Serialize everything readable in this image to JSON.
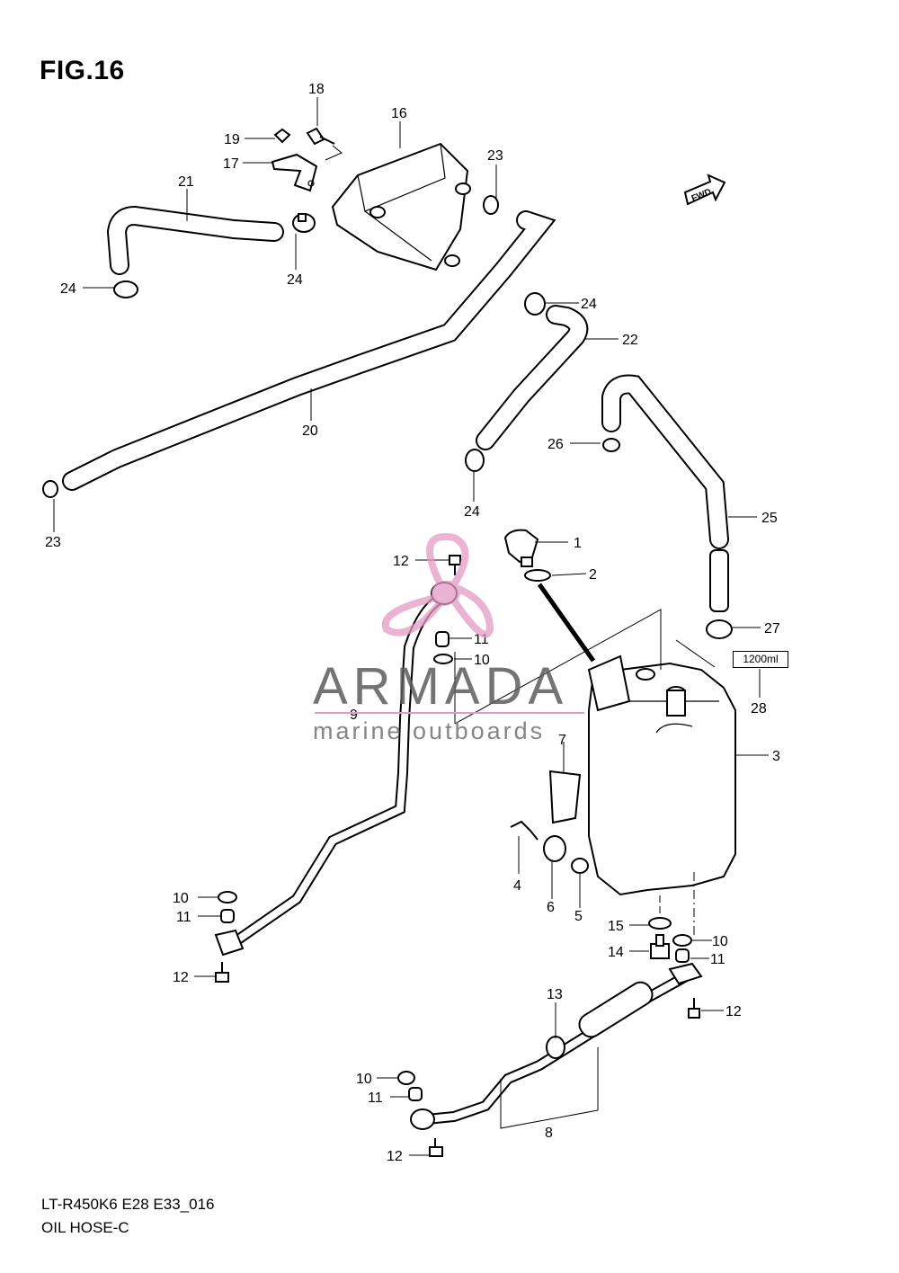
{
  "figure": {
    "title": "FIG.16",
    "code": "LT-R450K6 E28 E33_016",
    "name": "OIL HOSE-C"
  },
  "capacity_label": "1200ml",
  "watermark": {
    "brand": "ARMADA",
    "subtitle": "marine outboards",
    "accent_color": "#e59ac3"
  },
  "callouts": [
    {
      "num": "1"
    },
    {
      "num": "2"
    },
    {
      "num": "3"
    },
    {
      "num": "4"
    },
    {
      "num": "5"
    },
    {
      "num": "6"
    },
    {
      "num": "7"
    },
    {
      "num": "8"
    },
    {
      "num": "9"
    },
    {
      "num": "10"
    },
    {
      "num": "10"
    },
    {
      "num": "10"
    },
    {
      "num": "10"
    },
    {
      "num": "11"
    },
    {
      "num": "11"
    },
    {
      "num": "11"
    },
    {
      "num": "11"
    },
    {
      "num": "12"
    },
    {
      "num": "12"
    },
    {
      "num": "12"
    },
    {
      "num": "12"
    },
    {
      "num": "13"
    },
    {
      "num": "14"
    },
    {
      "num": "15"
    },
    {
      "num": "16"
    },
    {
      "num": "17"
    },
    {
      "num": "18"
    },
    {
      "num": "19"
    },
    {
      "num": "20"
    },
    {
      "num": "21"
    },
    {
      "num": "22"
    },
    {
      "num": "23"
    },
    {
      "num": "23"
    },
    {
      "num": "24"
    },
    {
      "num": "24"
    },
    {
      "num": "24"
    },
    {
      "num": "24"
    },
    {
      "num": "25"
    },
    {
      "num": "26"
    },
    {
      "num": "27"
    },
    {
      "num": "28"
    }
  ],
  "fwd_label": "FWD"
}
